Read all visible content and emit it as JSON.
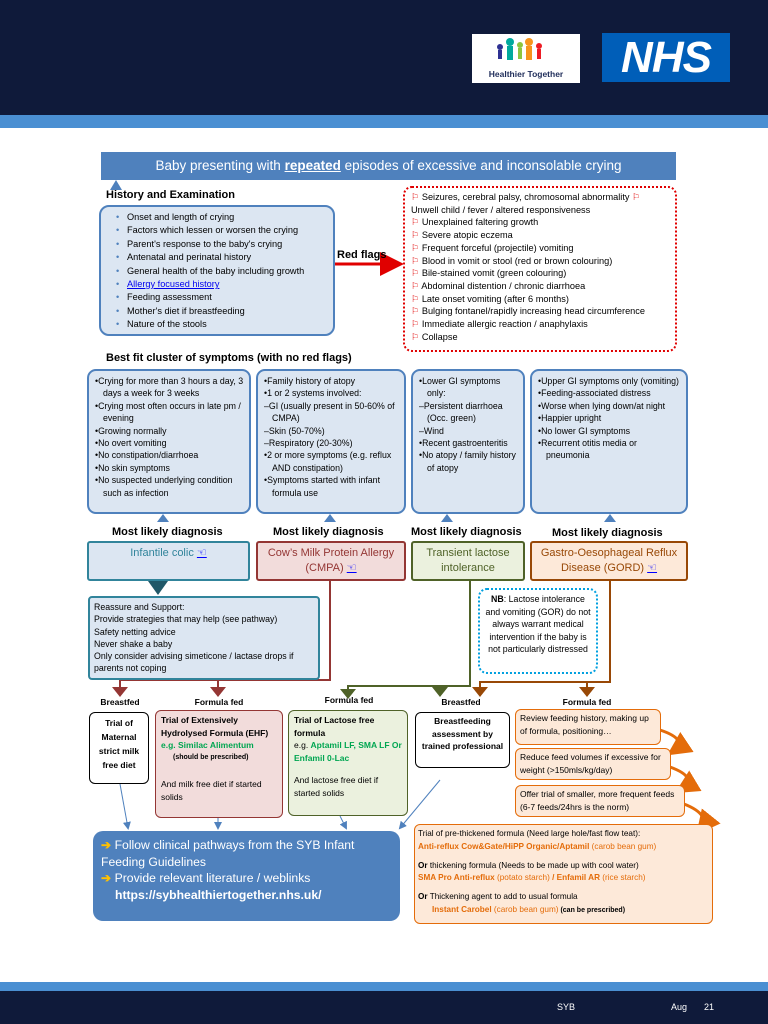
{
  "header": {
    "logo1_text": "Healthier Together",
    "logo2_text": "NHS"
  },
  "title": {
    "pre": "Baby presenting with ",
    "emph": "repeated",
    "post": " episodes of excessive and inconsolable crying"
  },
  "history": {
    "heading": "History and Examination",
    "items": [
      "Onset and length of crying",
      "Factors which lessen or worsen the crying",
      "Parent's response to the baby's crying",
      "Antenatal and perinatal history",
      "General health of the baby including growth",
      "Allergy focused history",
      "Feeding assessment",
      "Mother's diet if breastfeeding",
      "Nature of the stools"
    ]
  },
  "red_flags": {
    "label": "Red flags",
    "lines": [
      "Seizures, cerebral palsy, chromosomal abnormality",
      "Unwell child / fever / altered responsiveness",
      "Unexplained faltering growth",
      "Severe atopic eczema",
      "Frequent forceful (projectile) vomiting",
      "Blood in vomit or stool (red or brown colouring)",
      "Bile-stained vomit (green colouring)",
      "Abdominal distention / chronic diarrhoea",
      "Late onset vomiting (after 6 months)",
      "Bulging fontanel/rapidly increasing head circumference",
      "Immediate allergic reaction / anaphylaxis",
      "Collapse"
    ]
  },
  "cluster": {
    "heading": "Best fit cluster of symptoms (with no red flags)",
    "col1": [
      "•Crying for more than 3 hours a day, 3 days a week for 3 weeks",
      "•Crying most often occurs in late pm / evening",
      "•Growing normally",
      "•No overt vomiting",
      "•No constipation/diarrhoea",
      "•No skin symptoms",
      "•No suspected underlying condition such as infection"
    ],
    "col2": [
      "•Family history of atopy",
      "•1 or 2 systems involved:",
      "–GI (usually present in 50-60% of CMPA)",
      "–Skin (50-70%)",
      "–Respiratory (20-30%)",
      "•2 or more symptoms (e.g. reflux AND constipation)",
      "•Symptoms started with infant formula use"
    ],
    "col3": [
      "•Lower GI symptoms only:",
      "–Persistent diarrhoea (Occ. green)",
      "–Wind",
      "•Recent gastroenteritis",
      "•No atopy / family history of atopy"
    ],
    "col4": [
      "•Upper GI symptoms only (vomiting)",
      "•Feeding-associated distress",
      "•Worse when lying down/at night",
      "•Happier upright",
      "•No lower GI symptoms",
      "•Recurrent otitis media or pneumonia"
    ]
  },
  "diagnosis": {
    "label": "Most likely diagnosis",
    "items": [
      "Infantile colic",
      "Cow’s Milk Protein Allergy (CMPA)",
      "Transient lactose intolerance",
      "Gastro-Oesophageal Reflux Disease (GORD)"
    ],
    "icon": "☜"
  },
  "nb": {
    "bold": "NB",
    "text": ": Lactose intolerance and vomiting (GOR) do not always warrant medical intervention if the baby is not particularly distressed"
  },
  "reassure": [
    "Reassure and Support:",
    "Provide strategies that may help (see pathway)",
    "Safety netting advice",
    "Never shake a baby",
    "Only consider advising simeticone / lactase drops if parents not coping"
  ],
  "feeding_labels": {
    "bf1": "Breastfed",
    "ff1": "Formula fed",
    "ff2": "Formula fed",
    "bf2": "Breastfed",
    "ff3": "Formula fed"
  },
  "options": {
    "bf1": "Trial of Maternal strict milk free diet",
    "ehf_title": "Trial of Extensively Hydrolysed Formula (EHF)",
    "ehf_eg": "e.g. Similac Alimentum",
    "ehf_note": "(should be prescribed)",
    "ehf_more": "And milk free diet if started solids",
    "lf_title": "Trial of Lactose free formula",
    "lf_eg_pre": "e.g. ",
    "lf_eg": "Aptamil LF, SMA LF Or Enfamil 0-Lac",
    "lf_more": "And lactose free diet if started solids",
    "bf2": "Breastfeeding assessment by trained professional",
    "gord1": "Review feeding history, making up of formula, positioning…",
    "gord2": "Reduce feed volumes if excessive for weight (>150mls/kg/day)",
    "gord3": "Offer trial of smaller, more frequent feeds (6-7 feeds/24hrs is the norm)"
  },
  "thick": {
    "l1": "Trial of pre-thickened formula (Need large hole/fast flow teat):",
    "l2a": "Anti-reflux Cow&Gate/HiPP Organic/Aptamil",
    "l2b": " (carob bean gum)",
    "l3a": "Or",
    "l3b": " thickening formula (Needs to be made up with cool water)",
    "l4a": "SMA Pro Anti-reflux",
    "l4b": " (potato starch)",
    "l4c": " / Enfamil AR",
    "l4d": " (rice starch)",
    "l5a": "Or",
    "l5b": " Thickening agent to add to usual formula",
    "l6a": "Instant Carobel",
    "l6b": " (carob bean gum)",
    "l6c": " (can be prescribed)"
  },
  "bottom": {
    "arrow": "➔",
    "l1": "Follow clinical pathways from the SYB Infant Feeding Guidelines",
    "l2": "Provide relevant literature / weblinks",
    "url": "https://sybhealthiertogether.nhs.uk/"
  },
  "footer": {
    "left": "SYB",
    "date": "Aug",
    "page": "21"
  },
  "colors": {
    "navy": "#0f1a3a",
    "blue": "#4f81bd",
    "colic": "#31849b",
    "cmpa": "#943634",
    "lactose": "#4f6228",
    "gord": "#984806",
    "red": "#e00000",
    "orange": "#e46c0a"
  }
}
